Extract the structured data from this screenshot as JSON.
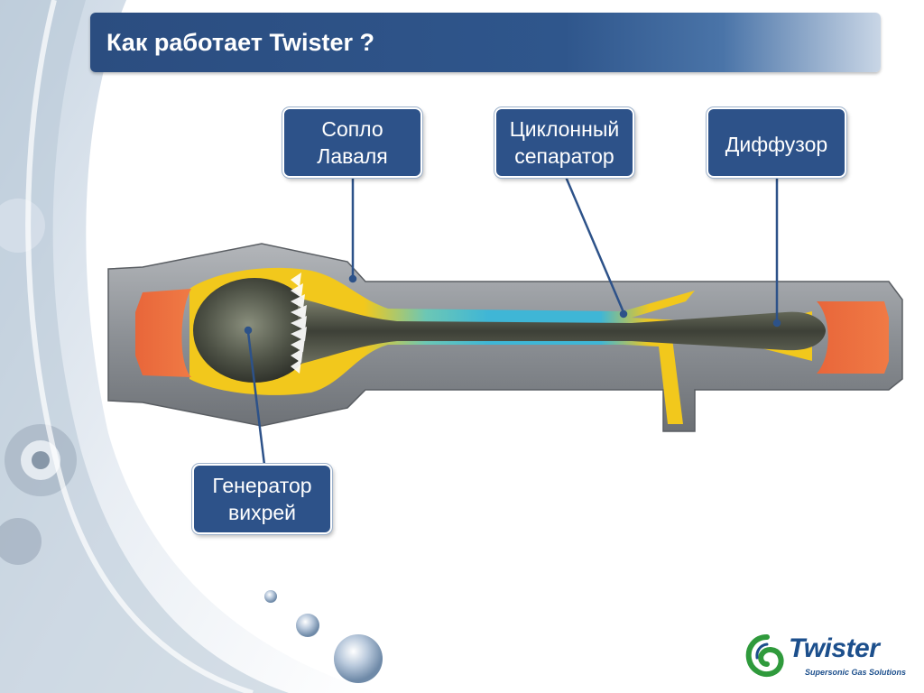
{
  "slide": {
    "title": "Как работает Twister ?"
  },
  "callouts": {
    "laval_nozzle": [
      "Сопло",
      "Лаваля"
    ],
    "cyclone_separator": [
      "Циклонный",
      "сепаратор"
    ],
    "diffuser": [
      "Диффузор"
    ],
    "vortex_generator": [
      "Генератор",
      "вихрей"
    ]
  },
  "logo": {
    "name": "Twister",
    "tagline": "Supersonic Gas Solutions"
  },
  "colors": {
    "title_bar": "#2f568c",
    "callout_fill": "#2d5289",
    "hot_orange": "#e8663a",
    "flow_yellow": "#f2c81c",
    "flow_cyan": "#3fb6d6",
    "logo_blue": "#1c4f8c",
    "logo_green": "#2f9a3c"
  }
}
